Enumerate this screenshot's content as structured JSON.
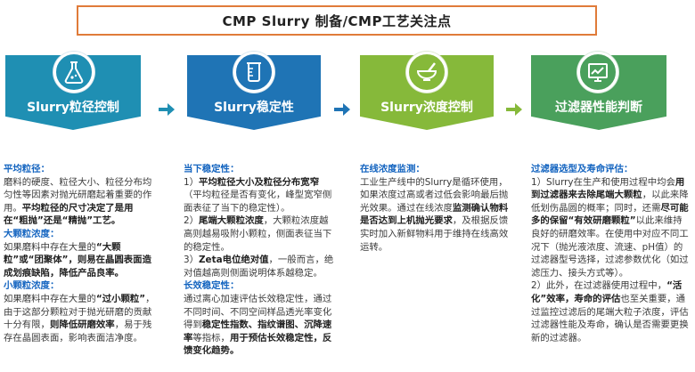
{
  "title": "CMP Slurry 制备/CMP工艺关注点",
  "steps": [
    {
      "label": "Slurry粒径控制",
      "icon": "flask-icon"
    },
    {
      "label": "Slurry稳定性",
      "icon": "beaker-icon"
    },
    {
      "label": "Slurry浓度控制",
      "icon": "mortar-icon"
    },
    {
      "label": "过滤器性能判断",
      "icon": "chart-icon"
    }
  ],
  "colors": {
    "step1": "#1f8fb3",
    "step2": "#1f74b5",
    "step3": "#86b93a",
    "step4": "#4aa05c",
    "heading": "#1565c0",
    "title_border": "#e07b39"
  },
  "col1": {
    "h1": "平均粒径：",
    "t1a": "磨料的硬度、粒径大小、粒径分布均匀性等因素对抛光研磨起着重要的作用。",
    "t1b": "平均粒径的尺寸决定了是用在“粗抛”还是“精抛”工艺。",
    "h2": "大颗粒浓度：",
    "t2a": "如果磨料中存在大量的",
    "t2b": "“大颗粒”或“团聚体”",
    "t2c": "，则易在晶圆表面造成划痕缺陷，降低产品良率。",
    "h3": "小颗粒浓度：",
    "t3a": "如果磨料中存在大量的",
    "t3b": "“过小颗粒”",
    "t3c": "，由于这部分颗粒对于抛光研磨的贡献十分有限，",
    "t3d": "则降低研磨效率",
    "t3e": "，易于残存在晶圆表面，影响表面洁净度。"
  },
  "col2": {
    "h1": "当下稳定性：",
    "t1a": "1）",
    "t1b": "平均粒径大小及粒径分布宽窄",
    "t1c": "（平均粒径是否有变化，峰型宽窄侧面表征了当下的稳定性）。",
    "t2a": "2）",
    "t2b": "尾端大颗粒浓度",
    "t2c": "，大颗粒浓度越高则越易吸附小颗粒，侧面表征当下的稳定性。",
    "t3a": "3）",
    "t3b": "Zeta电位绝对值",
    "t3c": "，一般而言，绝对值越高则侧面说明体系越稳定。",
    "h2": "长效稳定性：",
    "t4a": "通过离心加速评估长效稳定性，通过不同时间、不同空间样品透光率变化得到",
    "t4b": "稳定性指数、指纹谱图、沉降速率",
    "t4c": "等指标，",
    "t4d": "用于预估长效稳定性，反馈变化趋势。"
  },
  "col3": {
    "h1": "在线浓度监测：",
    "t1a": "工业生产线中的Slurry是循环使用，如果浓度过高或者过低会影响最后抛光效果。通过在线浓度",
    "t1b": "监测确认物料是否达到上机抛光要求",
    "t1c": "，及根据反馈实时加入新鲜物料用于维持在线高效运转。"
  },
  "col4": {
    "h1": "过滤器选型及寿命评估：",
    "t1a": "1）Slurry在生产和使用过程中均会",
    "t1b": "用到过滤器来去除尾端大颗粒",
    "t1c": "，以此来降低划伤晶圆的概率；同时，还需",
    "t1d": "尽可能多的保留“有效研磨颗粒”",
    "t1e": "以此来维持良好的研磨效率。在使用中对应不同工况下（抛光液浓度、流速、pH值）的过滤器型号选择，过滤参数优化（如过滤压力、接头方式等）。",
    "t2a": "2）此外，在过滤器使用过程中，",
    "t2b": "“活化”效率，寿命的评估",
    "t2c": "也至关重要，通过监控过滤后的尾端大粒子浓度，评估过滤器性能及寿命，确认是否需要更换新的过滤器。"
  }
}
